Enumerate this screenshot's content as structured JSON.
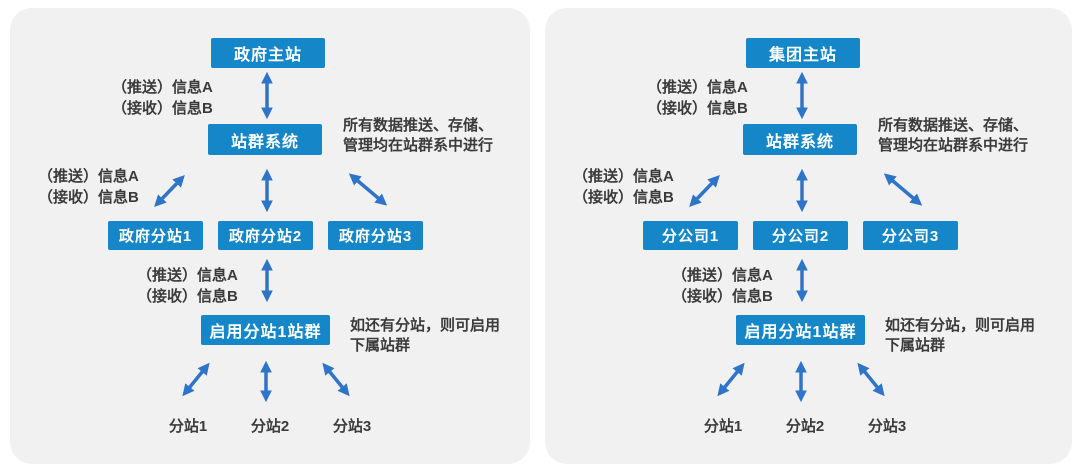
{
  "colors": {
    "box_blue": "#1587c8",
    "arrow_blue": "#2e74c8",
    "panel_bg": "#f1f1f2",
    "text_dark": "#3b3b3b",
    "box_text": "#ffffff"
  },
  "panels": [
    {
      "name": "government-site-group",
      "main_site": "政府主站",
      "hub": "站群系统",
      "io_top": {
        "push": "（推送）信息A",
        "receive": "（接收）信息B"
      },
      "io_mid": {
        "push": "（推送）信息A",
        "receive": "（接收）信息B"
      },
      "io_low": {
        "push": "（推送）信息A",
        "receive": "（接收）信息B"
      },
      "hub_note": [
        "所有数据推送、存储、",
        "管理均在站群系中进行"
      ],
      "branches": [
        "政府分站1",
        "政府分站2",
        "政府分站3"
      ],
      "subhub": "启用分站1站群",
      "subhub_note": [
        "如还有分站，则可启用",
        "下属站群"
      ],
      "subsites": [
        "分站1",
        "分站2",
        "分站3"
      ]
    },
    {
      "name": "group-site-group",
      "main_site": "集团主站",
      "hub": "站群系统",
      "io_top": {
        "push": "（推送）信息A",
        "receive": "（接收）信息B"
      },
      "io_mid": {
        "push": "（推送）信息A",
        "receive": "（接收）信息B"
      },
      "io_low": {
        "push": "（推送）信息A",
        "receive": "（接收）信息B"
      },
      "hub_note": [
        "所有数据推送、存储、",
        "管理均在站群系中进行"
      ],
      "branches": [
        "分公司1",
        "分公司2",
        "分公司3"
      ],
      "subhub": "启用分站1站群",
      "subhub_note": [
        "如还有分站，则可启用",
        "下属站群"
      ],
      "subsites": [
        "分站1",
        "分站2",
        "分站3"
      ]
    }
  ]
}
